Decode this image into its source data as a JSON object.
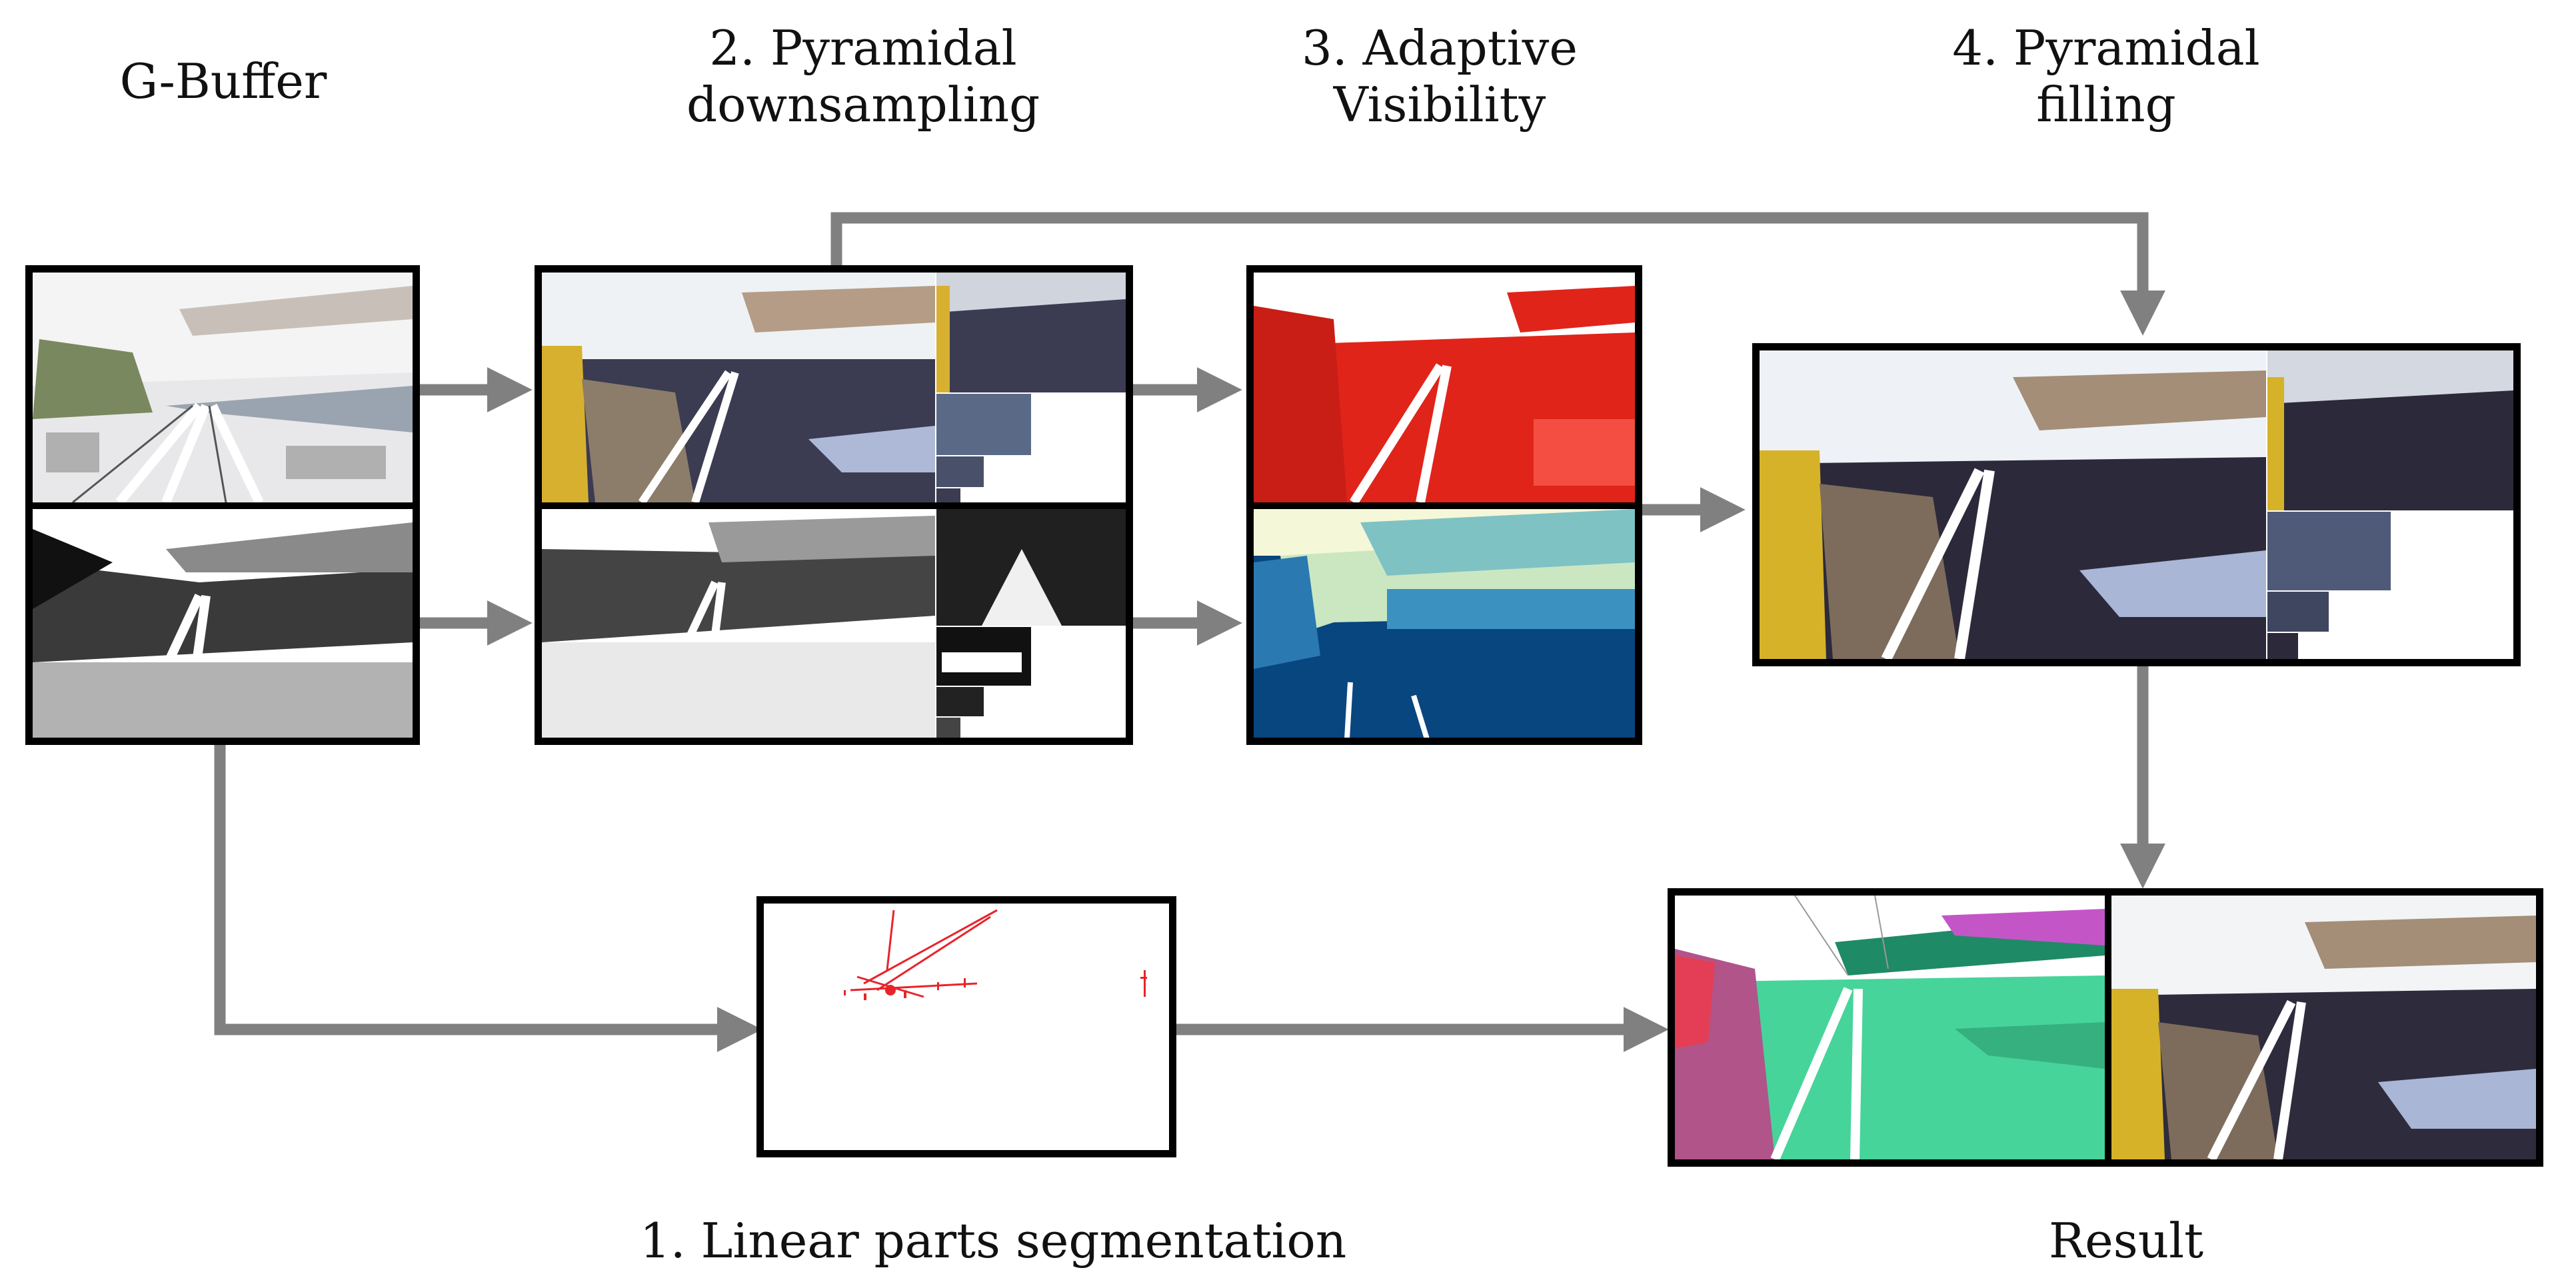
{
  "labels": {
    "gbuffer": "G-Buffer",
    "step2": "2. Pyramidal\ndownsampling",
    "step3": "3. Adaptive\nVisibility",
    "step4": "4. Pyramidal\nfilling",
    "step1": "1. Linear parts segmentation",
    "result": "Result"
  },
  "colors": {
    "arrow": "#808080",
    "frame": "#000000",
    "visibility_red": "#e0241a",
    "depth_dark": "#08467f",
    "depth_light": "#f4f7d8",
    "segmentation_red": "#e8242a",
    "segment_green": "#46d49a",
    "segment_magenta": "#c455c7"
  }
}
